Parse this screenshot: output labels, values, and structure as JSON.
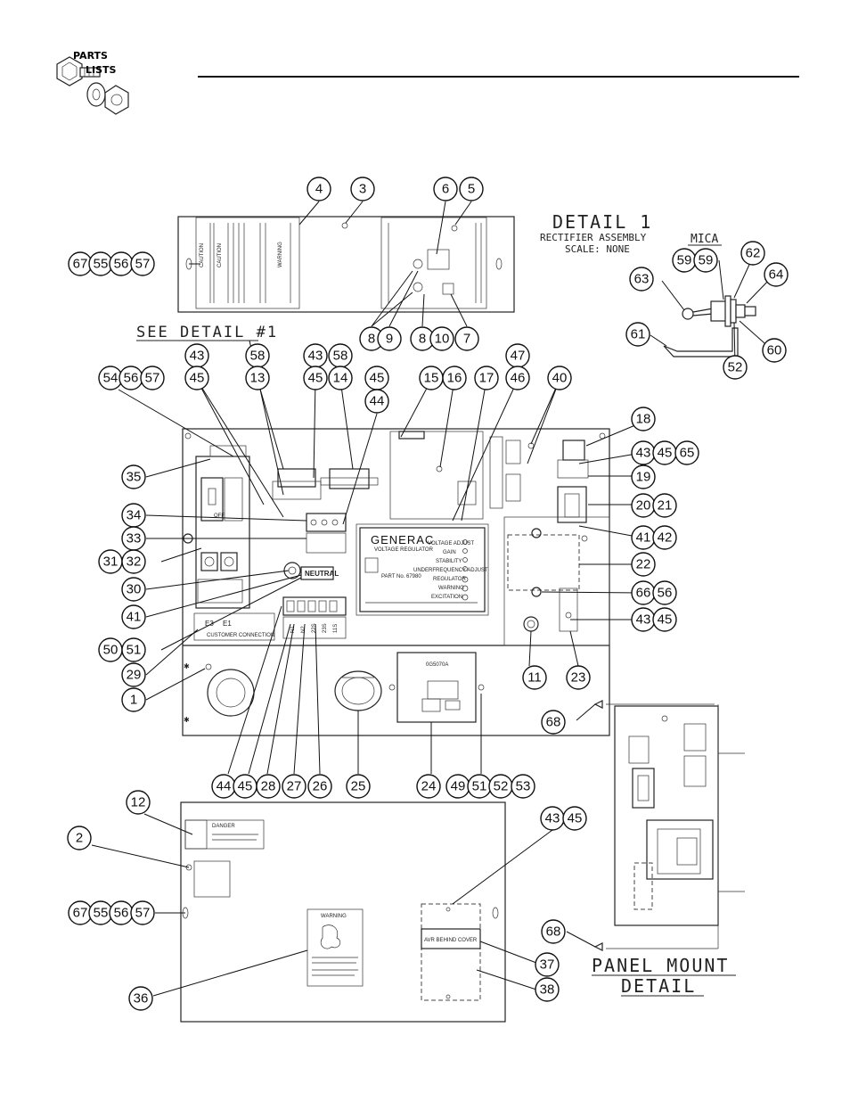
{
  "header": {
    "logo_line1": "PARTS",
    "logo_line2": "LISTS"
  },
  "labels": {
    "see_detail": "SEE DETAIL #1",
    "detail_title": "DETAIL 1",
    "detail_sub1": "RECTIFIER ASSEMBLY",
    "detail_sub2": "SCALE: NONE",
    "mica": "MICA",
    "panel_mount_1": "PANEL MOUNT",
    "panel_mount_2": "DETAIL",
    "generac": "GENERAC",
    "voltage_regulator": "VOLTAGE REGULATOR",
    "part_no": "PART No. 67980",
    "neutral": "NEUTRAL",
    "customer_connection": "CUSTOMER CONNECTION",
    "e3": "E3",
    "e1": "E1",
    "avr_behind_cover": "AVR BEHIND COVER",
    "caution": "CAUTION",
    "warning": "WARNING",
    "danger": "DANGER",
    "cb_off": "OFF",
    "module_code": "0G5070A",
    "regulator_rows": [
      "VOLTAGE ADJUST",
      "GAIN",
      "STABILITY",
      "UNDERFREQUENCY ADJUST",
      "REGULATOR",
      "WARNING",
      "EXCITATION"
    ],
    "terminal_labels": [
      "N1",
      "N2",
      "22S",
      "23S",
      "11S"
    ]
  },
  "callouts": {
    "c1": "1",
    "c2": "2",
    "c3": "3",
    "c4": "4",
    "c5": "5",
    "c6": "6",
    "c7": "7",
    "c8": "8",
    "c9": "9",
    "c10": "10",
    "c11": "11",
    "c12": "12",
    "c13": "13",
    "c14": "14",
    "c15": "15",
    "c16": "16",
    "c17": "17",
    "c18": "18",
    "c19": "19",
    "c20": "20",
    "c21": "21",
    "c22": "22",
    "c23": "23",
    "c24": "24",
    "c25": "25",
    "c26": "26",
    "c27": "27",
    "c28": "28",
    "c29": "29",
    "c30": "30",
    "c31": "31",
    "c32": "32",
    "c33": "33",
    "c34": "34",
    "c35": "35",
    "c36": "36",
    "c37": "37",
    "c38": "38",
    "c40": "40",
    "c41": "41",
    "c42": "42",
    "c43": "43",
    "c44": "44",
    "c45": "45",
    "c46": "46",
    "c47": "47",
    "c49": "49",
    "c50": "50",
    "c51": "51",
    "c52": "52",
    "c53": "53",
    "c54": "54",
    "c55": "55",
    "c56": "56",
    "c57": "57",
    "c58": "58",
    "c59": "59",
    "c60": "60",
    "c61": "61",
    "c62": "62",
    "c63": "63",
    "c64": "64",
    "c65": "65",
    "c66": "66",
    "c67": "67",
    "c68": "68"
  }
}
